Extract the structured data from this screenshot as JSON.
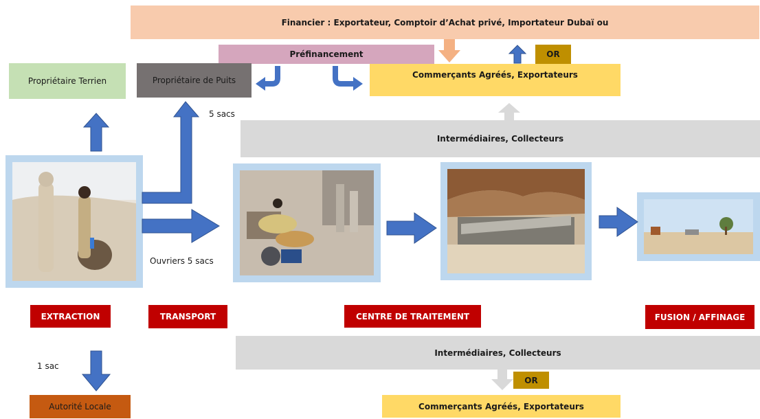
{
  "financier": "Financier : Exportateur, Comptoir d’Achat privé, Importateur Dubaï ou",
  "prefinancement": "Préfinancement",
  "or_top": "OR",
  "or_bottom": "OR",
  "proprietaire_terrien": "Propriétaire Terrien",
  "proprietaire_puits": "Propriétaire de Puits",
  "commercants_top": "Commerçants Agréés, Exportateurs",
  "commercants_bottom": "Commerçants Agréés, Exportateurs",
  "cinq_sacs": "5 sacs",
  "ouvriers": "Ouvriers 5 sacs",
  "un_sac": "1 sac",
  "intermediaires_top": "Intermédiaires, Collecteurs",
  "intermediaires_bottom": "Intermédiaires, Collecteurs",
  "stages": {
    "extraction": "EXTRACTION",
    "transport": "TRANSPORT",
    "centre": "CENTRE DE TRAITEMENT",
    "fusion": "FUSION / AFFINAGE"
  },
  "autorite": "Autorité Locale",
  "colors": {
    "financier": "#f8cbad",
    "prefinancement": "#d5a6bd",
    "or": "#bf8f00",
    "terrien": "#c5e0b4",
    "puits": "#767171",
    "commercants": "#ffd966",
    "intermediaires": "#d9d9d9",
    "stage_red": "#c00000",
    "autorite": "#c55a11",
    "arrow_blue": "#4472c4",
    "photo_frame": "#bdd7ee"
  }
}
